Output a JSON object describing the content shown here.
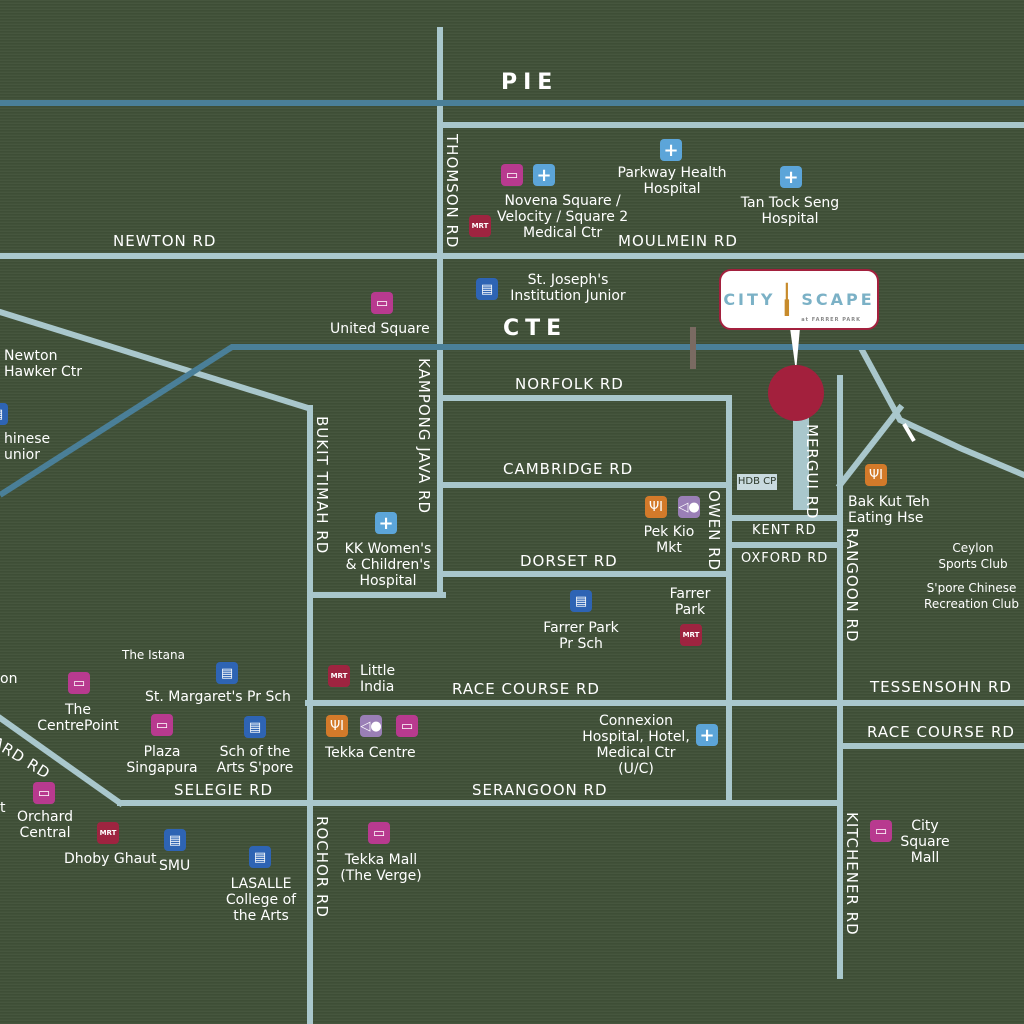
{
  "highways": {
    "pie": "PIE",
    "cte": "CTE"
  },
  "roads": {
    "newton": "NEWTON RD",
    "moulmein": "MOULMEIN RD",
    "thomson": "THOMSON RD",
    "norfolk": "NORFOLK RD",
    "cambridge": "CAMBRIDGE RD",
    "dorset": "DORSET RD",
    "kent": "KENT RD",
    "oxford": "OXFORD RD",
    "owen": "OWEN RD",
    "mergui": "MERGUI RD",
    "rangoon": "RANGOON RD",
    "kampong_java": "KAMPONG JAVA RD",
    "bukit_timah": "BUKIT TIMAH RD",
    "race_course_1": "RACE COURSE RD",
    "race_course_2": "RACE COURSE RD",
    "tessensohn": "TESSENSOHN RD",
    "selegie": "SELEGIE RD",
    "serangoon": "SERANGOON RD",
    "rochor": "ROCHOR RD",
    "kitchener": "KITCHENER RD",
    "orchard_partial": "ARD RD"
  },
  "places": {
    "novena": "Novena Square /\nVelocity / Square 2\nMedical Ctr",
    "parkway": "Parkway Health\nHospital",
    "tan_tock_seng": "Tan Tock Seng\nHospital",
    "st_josephs": "St. Joseph's\nInstitution Junior",
    "united_square": "United Square",
    "newton_hawker": "Newton\nHawker Ctr",
    "chinese_junior": "hinese\nunior",
    "kk_hospital": "KK Women's\n& Children's\nHospital",
    "pek_kio": "Pek Kio\nMkt",
    "bak_kut_teh": "Bak Kut Teh\nEating Hse",
    "ceylon": "Ceylon\nSports Club",
    "spore_chinese": "S'pore Chinese\nRecreation Club",
    "farrer_park_sch": "Farrer Park\nPr Sch",
    "farrer_park": "Farrer\nPark",
    "the_istana": "The Istana",
    "st_margarets": "St. Margaret's Pr Sch",
    "little_india": "Little\nIndia",
    "centrepoint": "The\nCentrePoint",
    "partial_on": "on",
    "plaza_singapura": "Plaza\nSingapura",
    "sch_arts": "Sch of the\nArts S'pore",
    "tekka_centre": "Tekka Centre",
    "connexion": "Connexion\nHospital, Hotel,\nMedical Ctr (U/C)",
    "orchard_central": "Orchard\nCentral",
    "partial_t": "t",
    "dhoby_ghaut": "Dhoby Ghaut",
    "smu": "SMU",
    "lasalle": "LASALLE\nCollege of\nthe Arts",
    "tekka_mall": "Tekka Mall\n(The Verge)",
    "city_square": "City\nSquare\nMall"
  },
  "markers": {
    "hdb_cp": "HDB CP",
    "mrt": "MRT"
  },
  "project": {
    "name_left": "CITY",
    "name_right": "SCAPE",
    "tagline": "at FARRER PARK"
  },
  "colors": {
    "background": "#3f5037",
    "road": "#a9c7cc",
    "expressway": "#4a7f98",
    "marker": "#a3203d",
    "shopping": "#b83a8f",
    "hospital": "#5ca5d9",
    "school": "#2e64b4",
    "mrt": "#9e2440",
    "food": "#d37a2a",
    "market": "#9a7fb6"
  },
  "icons": [
    "shopping-bag-icon",
    "hospital-cross-icon",
    "school-book-icon",
    "mrt-train-icon",
    "food-cutlery-icon",
    "fish-market-icon"
  ]
}
